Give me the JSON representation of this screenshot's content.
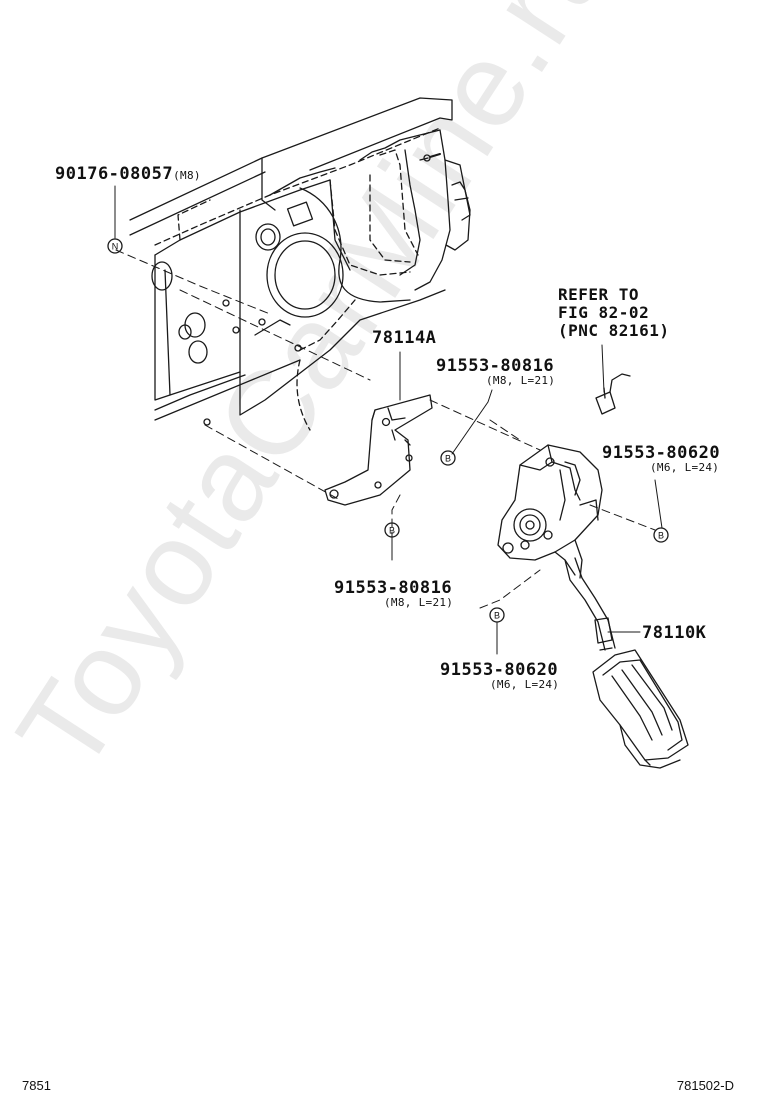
{
  "labels": {
    "part_90176": "90176-08057",
    "part_90176_spec": "(M8)",
    "part_78114A": "78114A",
    "part_91553_80816_top": "91553-80816",
    "part_91553_80816_top_spec": "(M8, L=21)",
    "refer_line1": "REFER TO",
    "refer_line2": "FIG 82-02",
    "refer_line3": "(PNC 82161)",
    "part_91553_80620_right": "91553-80620",
    "part_91553_80620_right_spec": "(M6, L=24)",
    "part_91553_80816_bottom": "91553-80816",
    "part_91553_80816_bottom_spec": "(M8, L=21)",
    "part_78110K": "78110K",
    "part_91553_80620_bottom": "91553-80620",
    "part_91553_80620_bottom_spec": "(M6, L=24)"
  },
  "markers": {
    "n": "N",
    "b": "B"
  },
  "footer": {
    "left": "7851",
    "right": "781502-D"
  },
  "watermark": "ToyotaCarMine.ru"
}
